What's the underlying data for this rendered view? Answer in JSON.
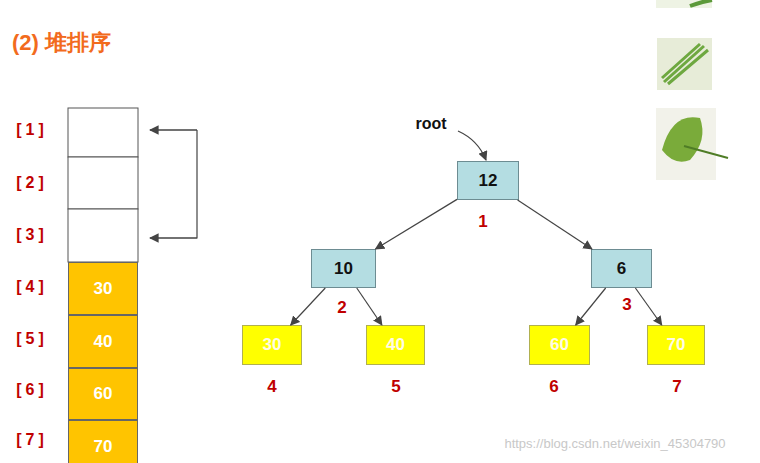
{
  "diagram": {
    "title": "(2) 堆排序",
    "nodes": [
      {
        "text": [
          "30"
        ]
      },
      {
        "text": [
          "40"
        ]
      },
      {
        "text": [
          "60"
        ]
      },
      {
        "text": [
          "70"
        ]
      },
      {
        "text": [
          "12"
        ]
      },
      {
        "text": [
          "10"
        ]
      },
      {
        "text": [
          "6"
        ]
      },
      {
        "text": [
          "30"
        ]
      },
      {
        "text": [
          "40"
        ]
      },
      {
        "text": [
          "60"
        ]
      },
      {
        "text": [
          "70"
        ]
      }
    ],
    "edges": [
      {
        "from": 4,
        "to": 5,
        "arrow": "to"
      },
      {
        "from": 4,
        "to": 6,
        "arrow": "to"
      },
      {
        "from": 5,
        "to": 7,
        "arrow": "to"
      },
      {
        "from": 5,
        "to": 8,
        "arrow": "to"
      },
      {
        "from": 6,
        "to": 9,
        "arrow": "to"
      },
      {
        "from": 6,
        "to": 10,
        "arrow": "to"
      }
    ],
    "labels": [
      "[1]",
      "[2]",
      "[3]",
      "[4]",
      "[5]",
      "[6]",
      "[7]",
      "root",
      "1",
      "2",
      "3",
      "4",
      "5",
      "6",
      "7",
      "https://blog.csdn.net/weixin_45304790"
    ]
  }
}
